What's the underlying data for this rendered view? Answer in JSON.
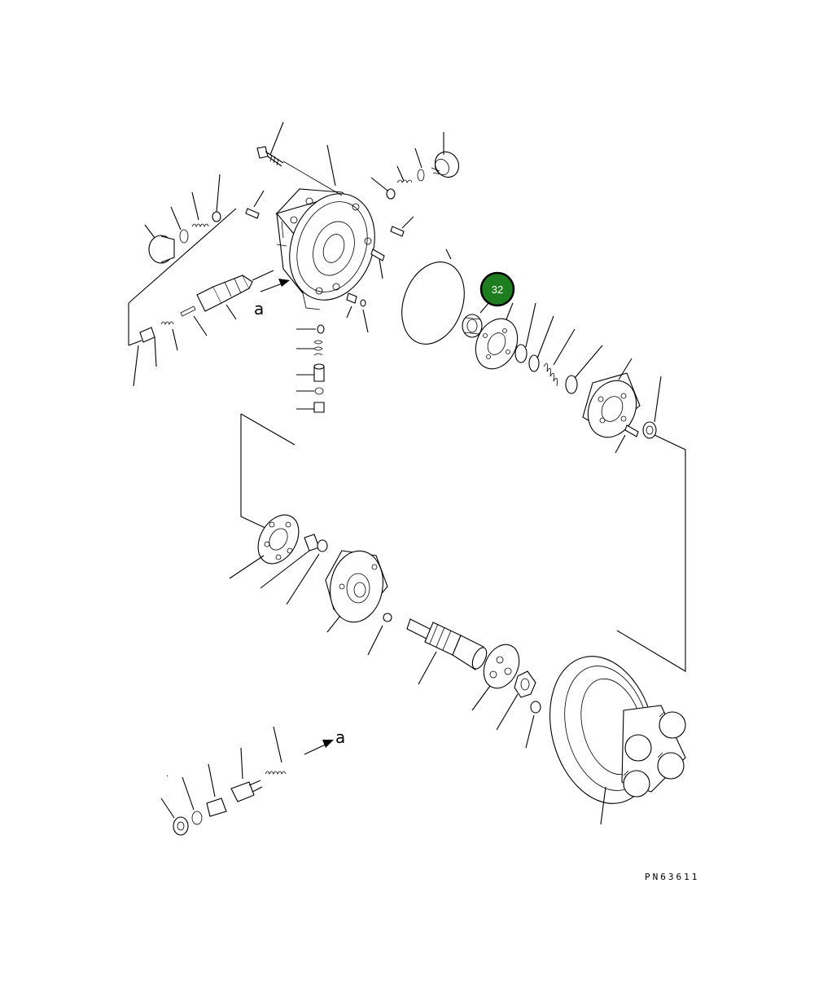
{
  "diagram": {
    "view_markers": [
      "a",
      "a"
    ],
    "drawing_code": "PN63611",
    "highlighted_part": {
      "number": "32",
      "badge_color": "#1e7d1e",
      "ring_color": "#000000"
    }
  }
}
